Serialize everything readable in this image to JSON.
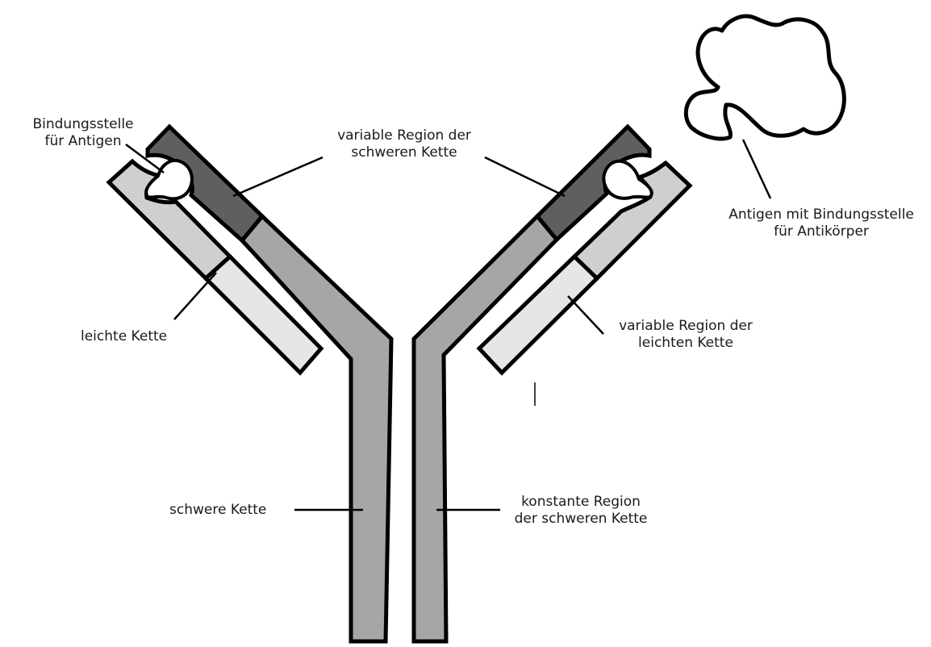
{
  "labels": {
    "binding_site_antigen": [
      "Bindungsstelle",
      "für Antigen"
    ],
    "variable_region_heavy": [
      "variable Region der",
      "schweren Kette"
    ],
    "antigen_binding_site": [
      "Antigen mit Bindungsstelle",
      "für Antikörper"
    ],
    "light_chain": "leichte Kette",
    "variable_region_light": [
      "variable Region der",
      "leichten Kette"
    ],
    "heavy_chain": "schwere Kette",
    "constant_region_heavy": [
      "konstante Region",
      "der schweren Kette"
    ]
  },
  "colors": {
    "heavy_variable": "#5f5f5f",
    "heavy_constant": "#a6a6a6",
    "light_variable": "#cfcfcf",
    "light_constant": "#e6e6e6",
    "outline": "#000000"
  }
}
